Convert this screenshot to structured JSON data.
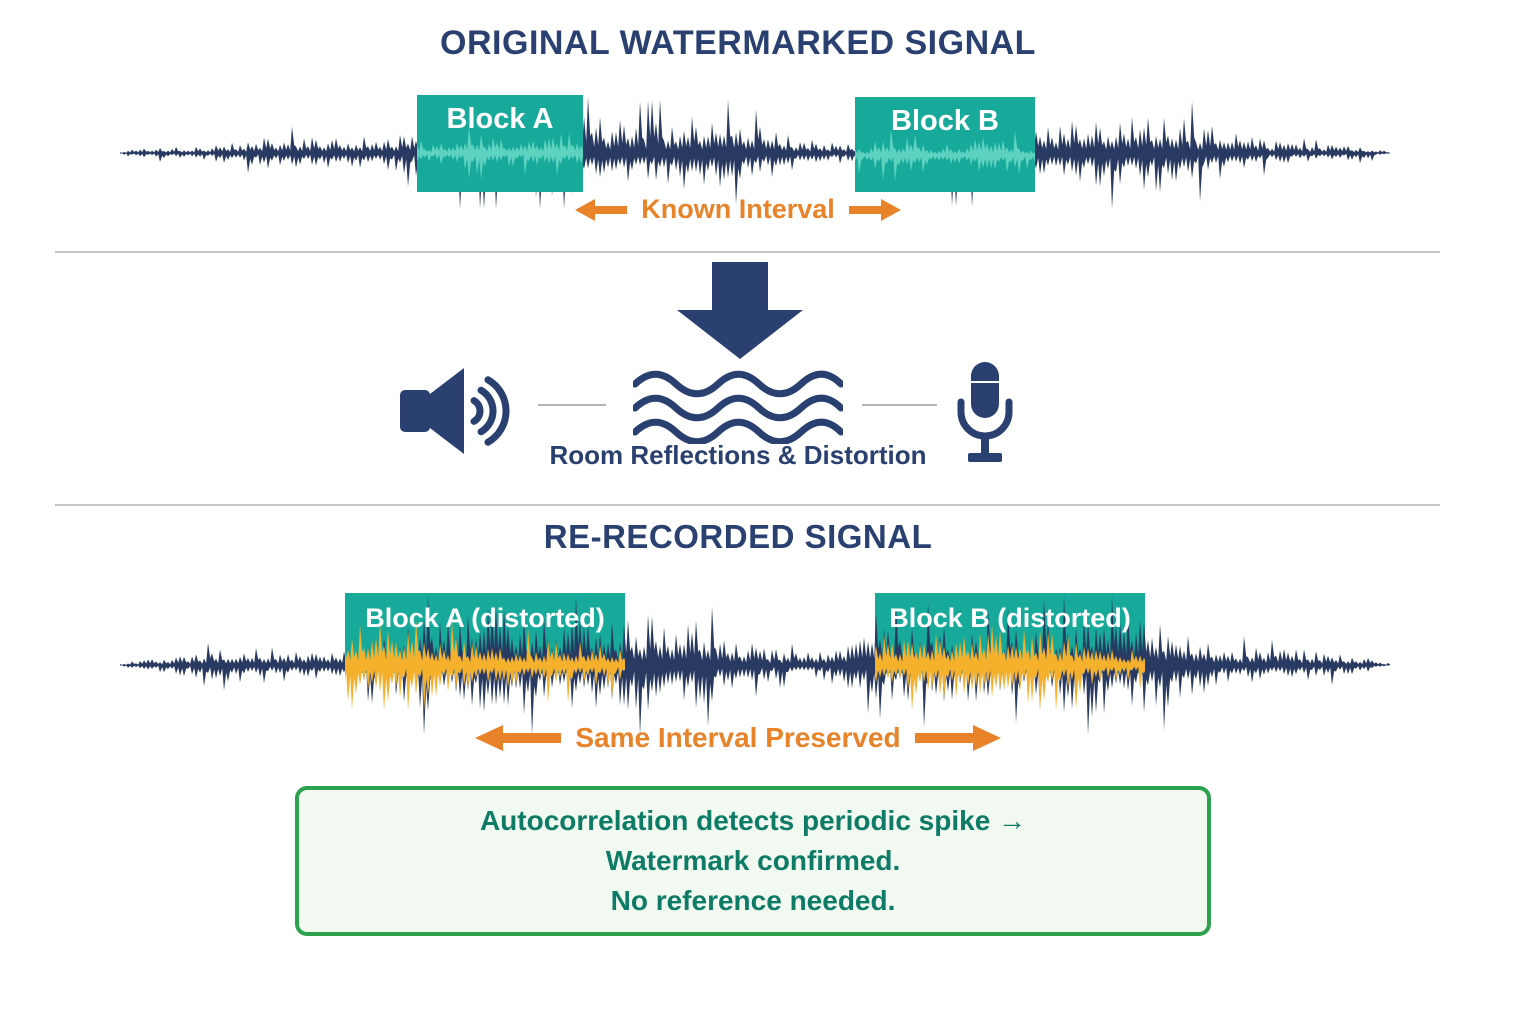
{
  "top_section": {
    "title": "ORIGINAL WATERMARKED SIGNAL",
    "block_a_label": "Block A",
    "block_b_label": "Block B",
    "interval_label": "Known Interval"
  },
  "middle_section": {
    "caption": "Room Reflections & Distortion"
  },
  "bottom_section": {
    "title": "RE-RECORDED SIGNAL",
    "block_a_label": "Block A (distorted)",
    "block_b_label": "Block B (distorted)",
    "interval_label": "Same Interval Preserved"
  },
  "result_box": {
    "line_1": "Autocorrelation detects periodic spike →",
    "line_2": "Watermark confirmed.",
    "line_3": "No reference needed."
  },
  "icons": {
    "down_arrow": "down-arrow-icon",
    "speaker": "speaker-icon",
    "sound_waves": "sound-waves-icon",
    "microphone": "microphone-icon",
    "interval_arrows": "left-arrow-icon / right-arrow-icon"
  },
  "colors": {
    "navy": "#2a4070",
    "wave_navy": "#293a62",
    "teal": "#17aa9b",
    "teal_light": "#5ed2c0",
    "orange": "#e8832a",
    "yellow": "#f5b02c",
    "green_border": "#2da24e",
    "green_text": "#0e7b66",
    "box_background": "#f2f9f1",
    "divider": "#c8c8cc"
  }
}
